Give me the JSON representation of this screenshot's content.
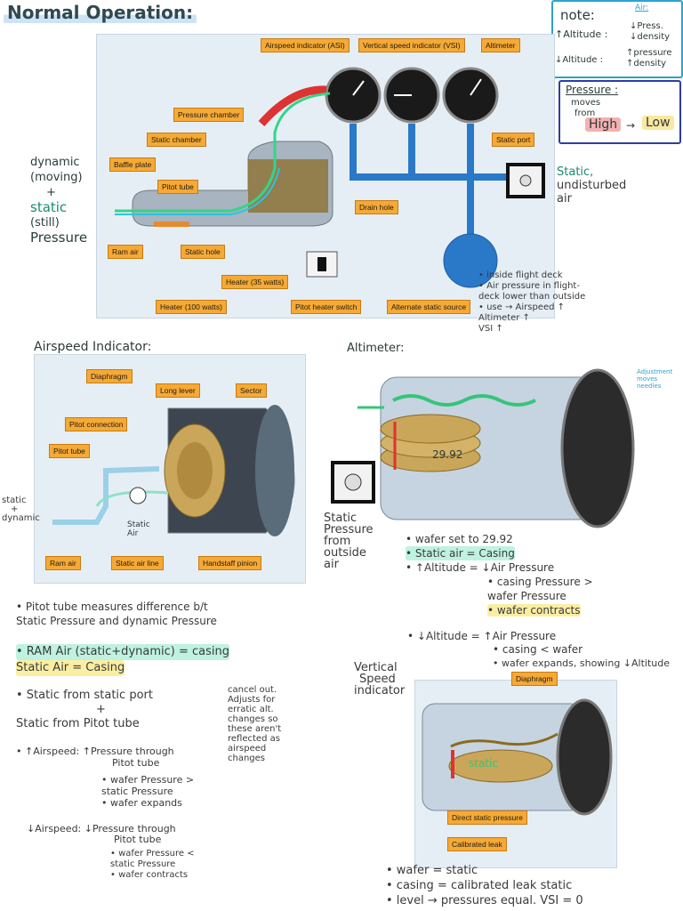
{
  "page_title": "Normal Operation:",
  "note_box": {
    "title": "note:",
    "air_label": "Air:",
    "up_alt": "↑Altitude :",
    "up_alt_effect_1": "↓Press.",
    "up_alt_effect_2": "↓density",
    "down_alt": "↓Altitude :",
    "down_alt_effect_1": "↑pressure",
    "down_alt_effect_2": "↑density"
  },
  "pressure_box": {
    "title": "Pressure :",
    "line1": "moves",
    "line2": "from",
    "high": "High",
    "low": "Low"
  },
  "pitot_static": {
    "labels": {
      "asi": "Airspeed indicator (ASI)",
      "vsi": "Vertical speed indicator (VSI)",
      "altimeter": "Altimeter",
      "pressure_chamber": "Pressure chamber",
      "static_chamber": "Static chamber",
      "baffle_plate": "Baffle plate",
      "pitot_tube": "Pitot tube",
      "static_port": "Static port",
      "drain_hole": "Drain hole",
      "ram_air": "Ram air",
      "static_hole": "Static hole",
      "heater_35": "Heater (35 watts)",
      "heater_100": "Heater (100 watts)",
      "pitot_heater_switch": "Pitot heater switch",
      "alternate_static": "Alternate static source"
    },
    "left_note": [
      "dynamic",
      "(moving)",
      "+",
      "static",
      "(still)",
      "Pressure"
    ],
    "static_note": [
      "Static,",
      "undisturbed",
      "air"
    ],
    "alt_note": [
      "• inside flight deck",
      "• Air pressure in flight-",
      "  deck lower than outside",
      "• use → Airspeed ↑",
      "        Altimeter ↑",
      "        VSI ↑"
    ]
  },
  "asi_section": {
    "heading": "Airspeed Indicator:",
    "labels": {
      "diaphragm": "Diaphragm",
      "long_lever": "Long lever",
      "sector": "Sector",
      "pitot_connection": "Pitot connection",
      "pitot_tube": "Pitot tube",
      "ram_air": "Ram air",
      "static_air_line": "Static air line",
      "handstaff_pinion": "Handstaff pinion"
    },
    "side_note": [
      "static",
      "+",
      "dynamic"
    ],
    "static_air_note": [
      "Static",
      "Air"
    ]
  },
  "altimeter_section": {
    "heading": "Altimeter:",
    "wafer_reading": "29.92",
    "adjust_note": [
      "Adjustment",
      "moves",
      "needles"
    ],
    "static_note": [
      "Static",
      "Pressure",
      "from",
      "outside",
      "air"
    ],
    "bullets": [
      "• wafer set to 29.92",
      "• Static air = Casing",
      "• ↑Altitude = ↓Air Pressure",
      "  • casing Pressure >",
      "    wafer Pressure",
      "  • wafer contracts",
      "• ↓Altitude = ↑Air Pressure",
      "  • casing < wafer",
      "  • wafer expands, showing ↓Altitude"
    ]
  },
  "asi_notes": {
    "line1": "• Pitot tube measures difference b/t",
    "line2": "  Static Pressure and dynamic Pressure",
    "ram": "• RAM Air (static+dynamic) = casing",
    "static_air": "  Static Air = Casing",
    "static_port": "• Static from static port",
    "plus": "+",
    "static_pitot": "  Static from Pitot tube",
    "cancel": [
      "cancel out.",
      "Adjusts for",
      "erratic alt.",
      "changes so",
      "these aren't",
      "reflected as",
      "airspeed",
      "changes"
    ],
    "up_airspeed": "• ↑Airspeed: ↑Pressure through",
    "up_airspeed_2": "Pitot tube",
    "up_sub": [
      "• wafer Pressure >",
      "  static Pressure",
      "• wafer expands"
    ],
    "down_airspeed": "↓Airspeed: ↓Pressure through",
    "down_airspeed_2": "Pitot tube",
    "down_sub": [
      "• wafer Pressure <",
      "  static Pressure",
      "• wafer contracts"
    ]
  },
  "vsi_section": {
    "heading": [
      "Vertical",
      "Speed",
      "indicator"
    ],
    "labels": {
      "diaphragm": "Diaphragm",
      "direct_static": "Direct static pressure",
      "calibrated_leak": "Calibrated leak"
    },
    "wafer_word": "static",
    "bullets": [
      "• wafer = static",
      "• casing = calibrated leak static",
      "• level → pressures equal. VSI = 0"
    ]
  },
  "colors": {
    "label_fill": "#f6a934",
    "panel": "#e6eef5",
    "pitot_line": "#2aa3d8",
    "highlight_green": "#bff2e0",
    "highlight_yellow": "#fbeea3",
    "high_box": "#f3b1b1",
    "low_box": "#fbe8a0"
  }
}
